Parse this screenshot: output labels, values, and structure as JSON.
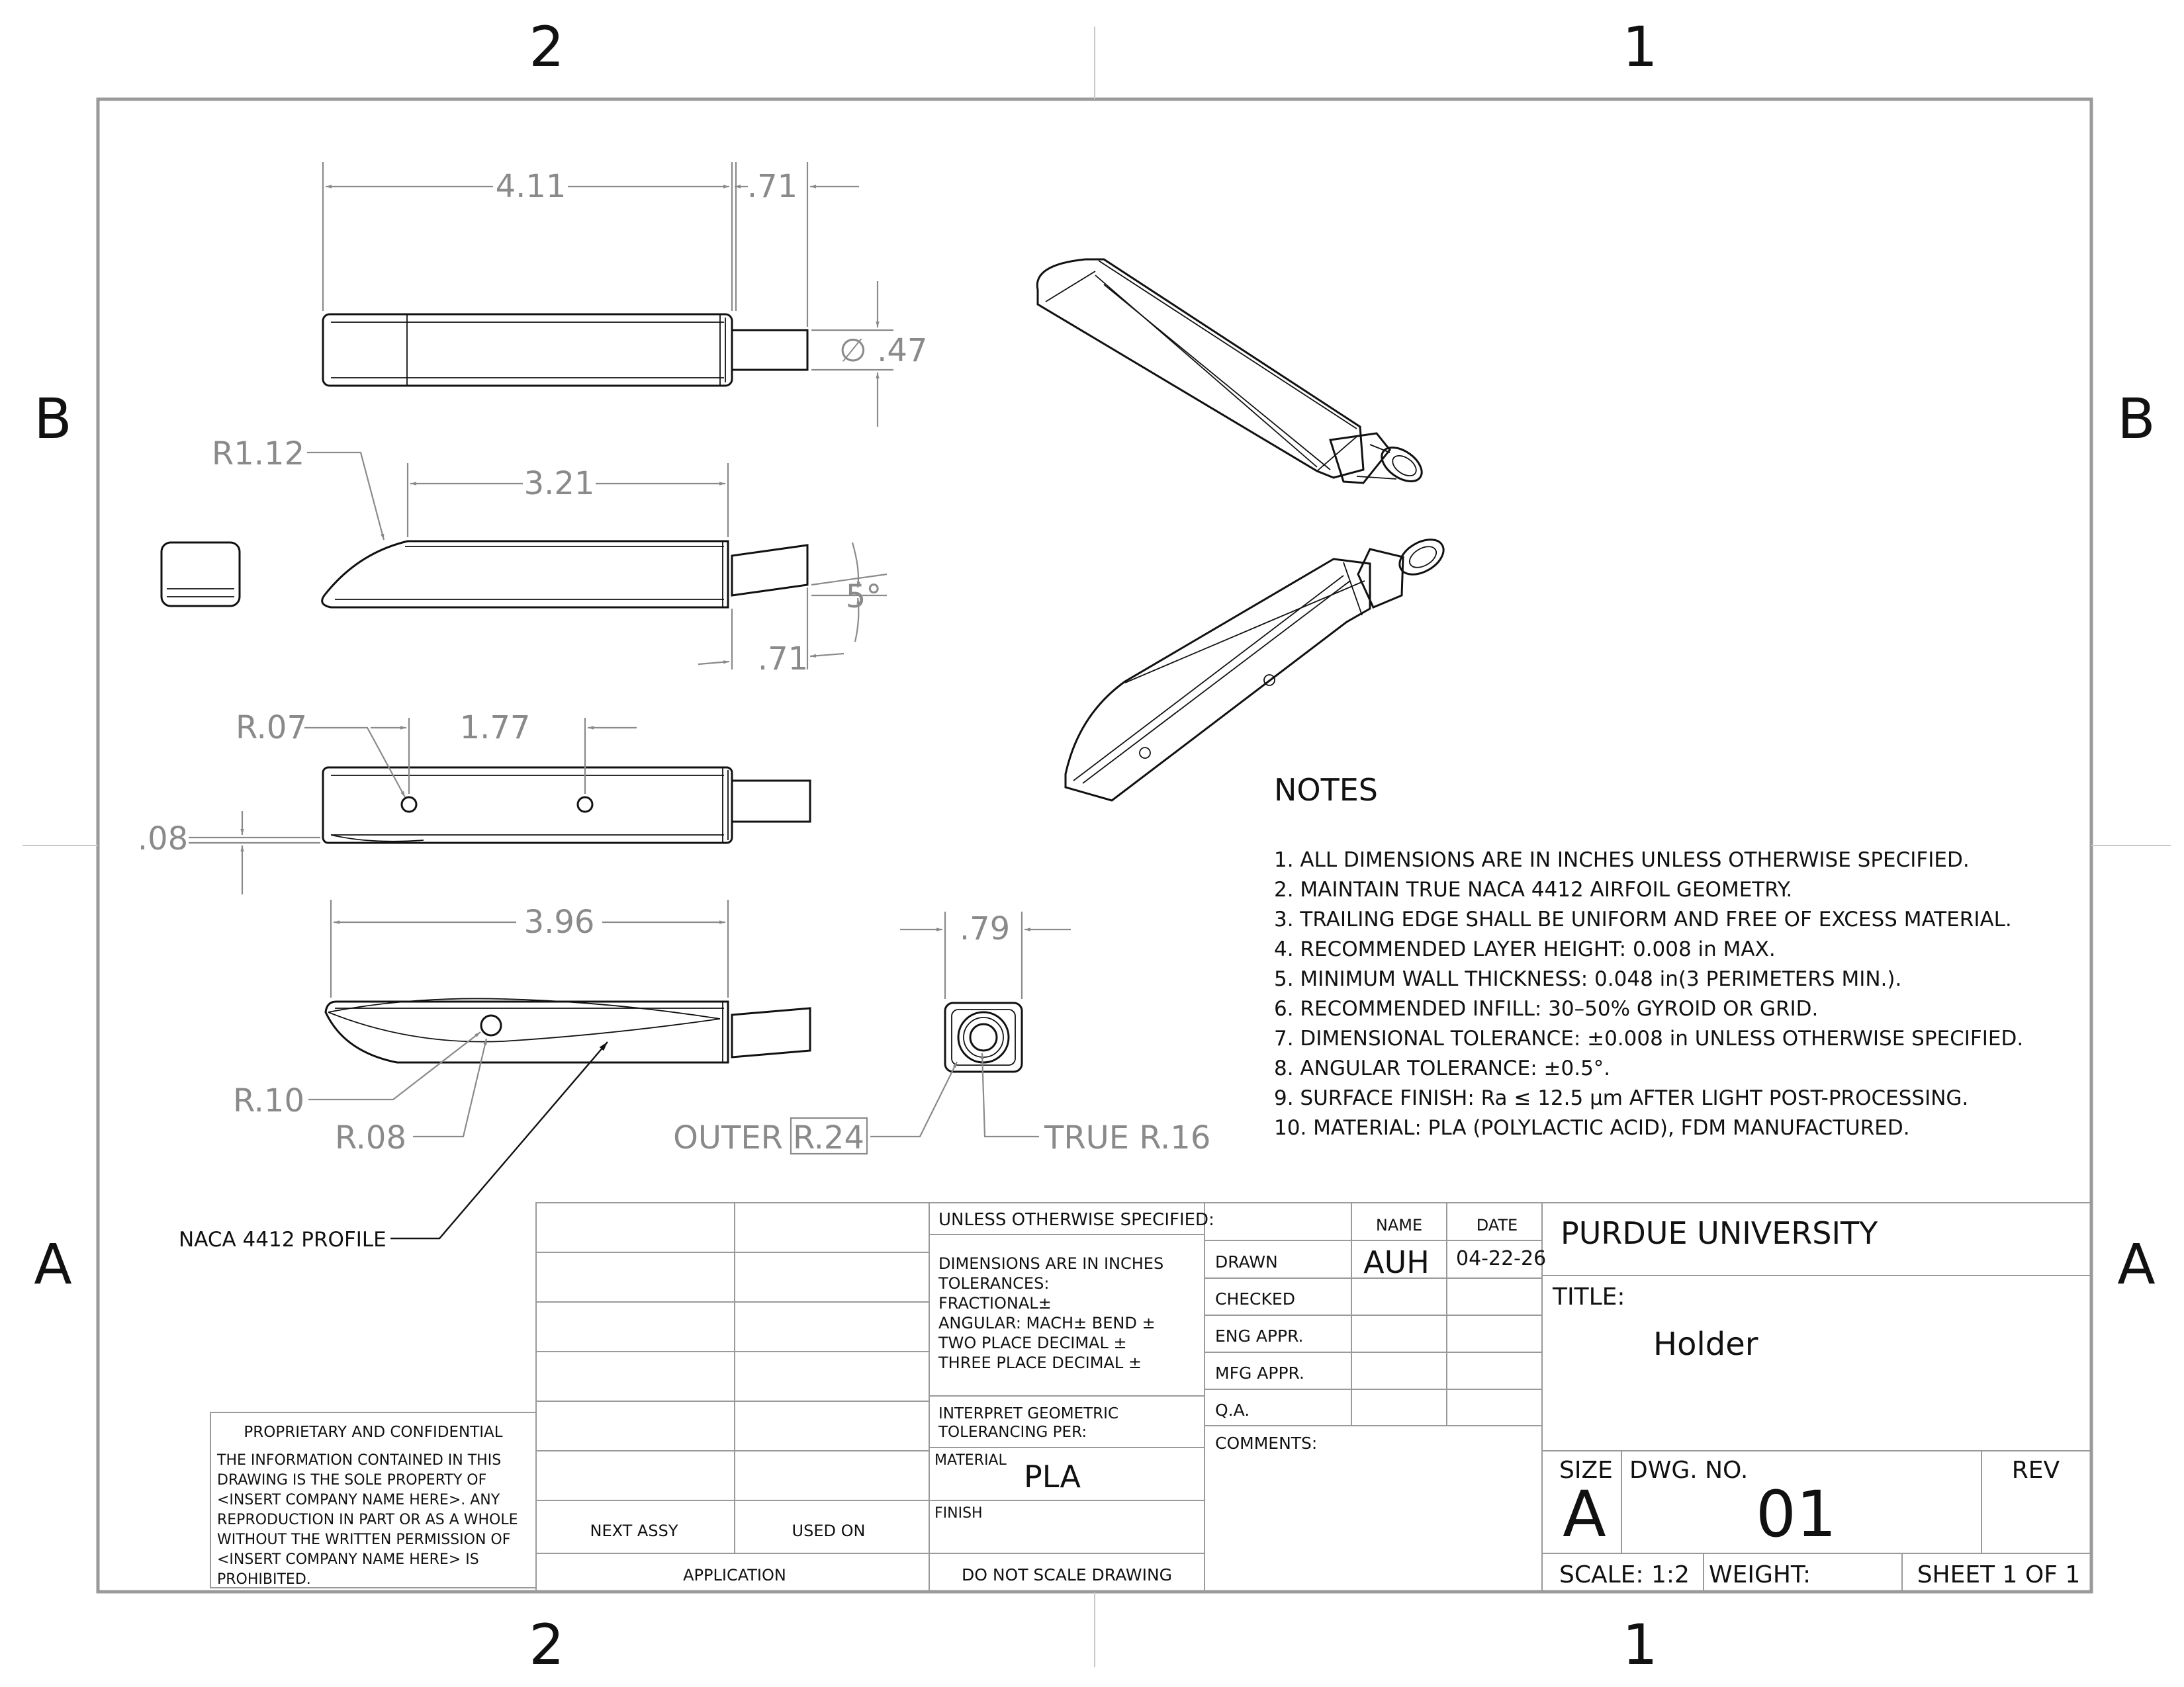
{
  "zones": {
    "top": [
      "2",
      "1"
    ],
    "bottom": [
      "2",
      "1"
    ],
    "left": [
      "B",
      "A"
    ],
    "right": [
      "B",
      "A"
    ]
  },
  "dimensions": {
    "top_length": "4.11",
    "top_stub": ".71",
    "top_dia": "∅ .47",
    "side_radius": "R1.12",
    "side_length": "3.21",
    "side_angle": "5°",
    "side_stub": ".71",
    "holes_radius": "R.07",
    "holes_spacing": "1.77",
    "offset": ".08",
    "bottom_length": "3.96",
    "end_width": ".79",
    "r10": "R.10",
    "r08": "R.08",
    "outer_label": "OUTER",
    "outer_value": "R.24",
    "true_r": "TRUE R.16",
    "naca_profile": "NACA 4412 PROFILE"
  },
  "notes": {
    "title": "NOTES",
    "items": [
      "1. ALL DIMENSIONS ARE IN INCHES UNLESS OTHERWISE SPECIFIED.",
      "2. MAINTAIN TRUE NACA 4412 AIRFOIL GEOMETRY.",
      "3. TRAILING EDGE SHALL BE UNIFORM AND FREE OF EXCESS MATERIAL.",
      "4. RECOMMENDED LAYER HEIGHT:  0.008 in MAX.",
      "5. MINIMUM WALL THICKNESS:  0.048 in(3 PERIMETERS MIN.).",
      "6. RECOMMENDED INFILL: 30–50% GYROID OR GRID.",
      "7. DIMENSIONAL TOLERANCE: ±0.008 in UNLESS OTHERWISE SPECIFIED.",
      "8. ANGULAR TOLERANCE: ±0.5°.",
      "9. SURFACE FINISH: Ra ≤ 12.5 μm AFTER LIGHT POST-PROCESSING.",
      "10. MATERIAL: PLA (POLYLACTIC ACID), FDM MANUFACTURED."
    ]
  },
  "proprietary": {
    "title": "PROPRIETARY AND CONFIDENTIAL",
    "lines": [
      "THE INFORMATION CONTAINED IN THIS",
      "DRAWING IS THE SOLE PROPERTY OF",
      "<INSERT COMPANY NAME HERE>.  ANY",
      "REPRODUCTION IN PART OR AS A WHOLE",
      "WITHOUT THE WRITTEN PERMISSION OF",
      "<INSERT COMPANY NAME HERE> IS",
      "PROHIBITED."
    ]
  },
  "application": {
    "next_assy": "NEXT ASSY",
    "used_on": "USED ON",
    "application": "APPLICATION"
  },
  "tolerances": {
    "header": "UNLESS OTHERWISE SPECIFIED:",
    "lines": [
      "DIMENSIONS ARE IN INCHES",
      "TOLERANCES:",
      "FRACTIONAL±",
      "ANGULAR: MACH±     BEND ±",
      "TWO PLACE DECIMAL    ±",
      "THREE PLACE DECIMAL   ±"
    ],
    "interpret_1": "INTERPRET GEOMETRIC",
    "interpret_2": "TOLERANCING PER:",
    "material_label": "MATERIAL",
    "material_value": "PLA",
    "finish_label": "FINISH",
    "do_not_scale": "DO NOT SCALE DRAWING"
  },
  "approvals": {
    "name_header": "NAME",
    "date_header": "DATE",
    "drawn": "DRAWN",
    "drawn_name": "AUH",
    "drawn_date": "04-22-26",
    "checked": "CHECKED",
    "eng_appr": "ENG APPR.",
    "mfg_appr": "MFG APPR.",
    "qa": "Q.A.",
    "comments": "COMMENTS:"
  },
  "title_block": {
    "company": "PURDUE UNIVERSITY",
    "title_label": "TITLE:",
    "title_value": "Holder",
    "size_label": "SIZE",
    "size_value": "A",
    "dwg_no_label": "DWG.  NO.",
    "dwg_no_value": "01",
    "rev_label": "REV",
    "scale": "SCALE: 1:2",
    "weight": "WEIGHT:",
    "sheet": "SHEET 1 OF 1"
  }
}
